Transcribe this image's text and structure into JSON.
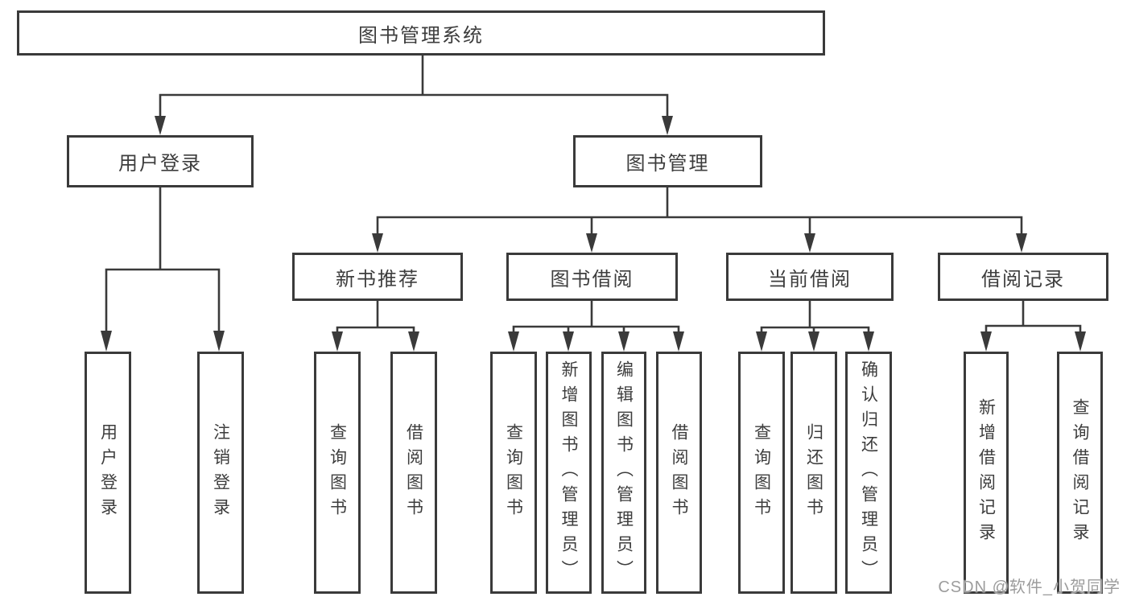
{
  "colors": {
    "line": "#3a3a3a",
    "text": "#3d3d3d",
    "watermark": "#9c9c9c",
    "background": "#ffffff"
  },
  "watermark": "CSDN @软件_小贺同学",
  "tree": {
    "label": "图书管理系统",
    "children": [
      {
        "label": "用户登录",
        "children": [
          {
            "label": "用户登录"
          },
          {
            "label": "注销登录"
          }
        ]
      },
      {
        "label": "图书管理",
        "children": [
          {
            "label": "新书推荐",
            "children": [
              {
                "label": "查询图书"
              },
              {
                "label": "借阅图书"
              }
            ]
          },
          {
            "label": "图书借阅",
            "children": [
              {
                "label": "查询图书"
              },
              {
                "label": "新增图书（管理员）"
              },
              {
                "label": "编辑图书（管理员）"
              },
              {
                "label": "借阅图书"
              }
            ]
          },
          {
            "label": "当前借阅",
            "children": [
              {
                "label": "查询图书"
              },
              {
                "label": "归还图书"
              },
              {
                "label": "确认归还（管理员）"
              }
            ]
          },
          {
            "label": "借阅记录",
            "children": [
              {
                "label": "新增借阅记录"
              },
              {
                "label": "查询借阅记录"
              }
            ]
          }
        ]
      }
    ]
  }
}
